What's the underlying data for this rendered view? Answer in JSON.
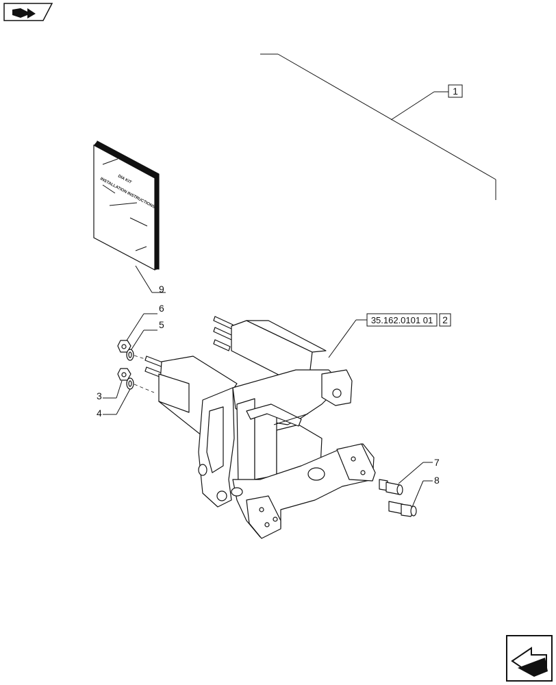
{
  "callouts": {
    "c1": "1",
    "c2_ref": "35.162.0101 01",
    "c2": "2",
    "c3": "3",
    "c4": "4",
    "c5": "5",
    "c6": "6",
    "c7": "7",
    "c8": "8",
    "c9": "9"
  },
  "manual": {
    "line1": "DIA KIT",
    "line2": "INSTALLATION INSTRUCTIONS"
  },
  "icons": {
    "top_left": "book-arrow-icon",
    "bottom_right": "next-page-arrow-icon"
  }
}
